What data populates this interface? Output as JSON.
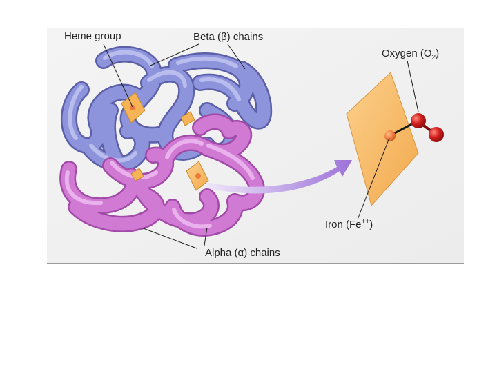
{
  "labels": {
    "heme_group": "Heme group",
    "beta_chains": {
      "prefix": "Beta (",
      "greek": "β",
      "suffix": ") chains"
    },
    "alpha_chains": {
      "prefix": "Alpha (",
      "greek": "α",
      "suffix": ") chains"
    },
    "oxygen": {
      "prefix": "Oxygen (O",
      "sub": "2",
      "suffix": ")"
    },
    "iron": {
      "prefix": "Iron (Fe",
      "sup": "++",
      "suffix": ")"
    }
  },
  "colors": {
    "beta_chain": "#8e94dc",
    "alpha_chain": "#d07ad4",
    "heme_plate": "#f7b964",
    "oxygen_atom": "#d21f1f",
    "iron_atom": "#ef7a3c",
    "arrow": "#a27ed9"
  }
}
